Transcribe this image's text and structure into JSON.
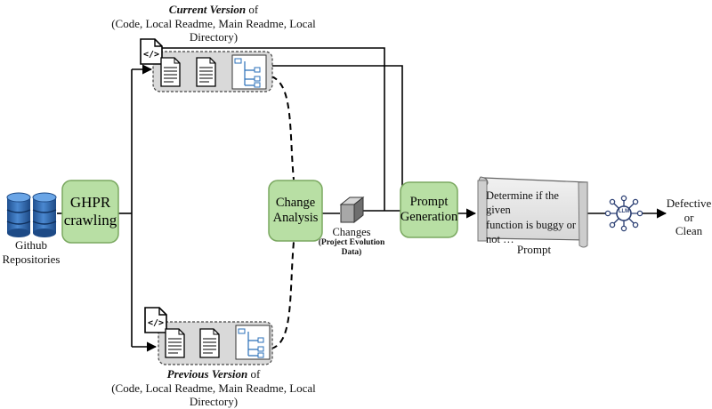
{
  "sources": {
    "label_line1": "Github",
    "label_line2": "Repositories"
  },
  "crawler": {
    "line1": "GHPR",
    "line2": "crawling"
  },
  "current_version": {
    "title_emph": "Current Version",
    "title_rest": " of",
    "line2": "(Code, Local Readme, Main Readme, Local",
    "line3": "Directory)"
  },
  "previous_version": {
    "title_emph": "Previous Version",
    "title_rest": " of",
    "line2": "(Code, Local Readme, Main Readme, Local",
    "line3": "Directory)"
  },
  "change_analysis": {
    "line1": "Change",
    "line2": "Analysis"
  },
  "changes": {
    "label": "Changes",
    "sub_line1": "(Project Evolution",
    "sub_line2": "Data)"
  },
  "prompt_generation": {
    "line1": "Prompt",
    "line2": "Generation"
  },
  "prompt": {
    "line1": "Determine if the given",
    "line2": "function is buggy or",
    "line3": "not …",
    "caption": "Prompt"
  },
  "llm": {
    "icon_text": "LLM"
  },
  "output": {
    "line1": "Defective",
    "line2": "or",
    "line3": "Clean"
  },
  "colors": {
    "green_fill": "#b8dfa4",
    "green_stroke": "#7aa860",
    "group_fill": "#d9d9d9",
    "db_blue": "#2f6db5"
  }
}
